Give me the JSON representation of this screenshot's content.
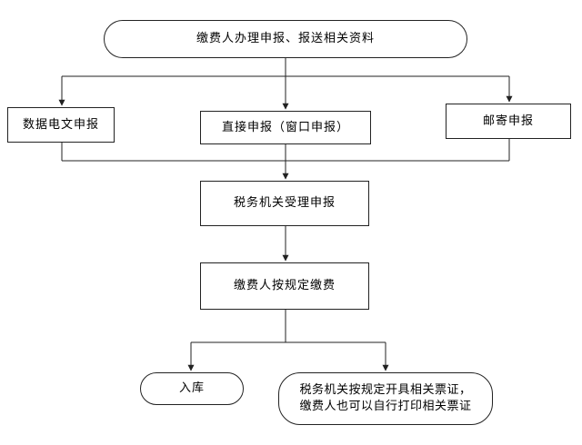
{
  "nodes": {
    "start": "缴费人办理申报、报送相关资料",
    "electronic": "数据电文申报",
    "direct": "直接申报（窗口申报）",
    "mail": "邮寄申报",
    "accept": "税务机关受理申报",
    "pay": "缴费人按规定缴费",
    "storage": "入库",
    "invoice_line1": "税务机关按规定开具相关票证，",
    "invoice_line2": "缴费人也可以自行打印相关票证"
  },
  "colors": {
    "stroke": "#222222",
    "background": "#ffffff",
    "text": "#000000"
  }
}
